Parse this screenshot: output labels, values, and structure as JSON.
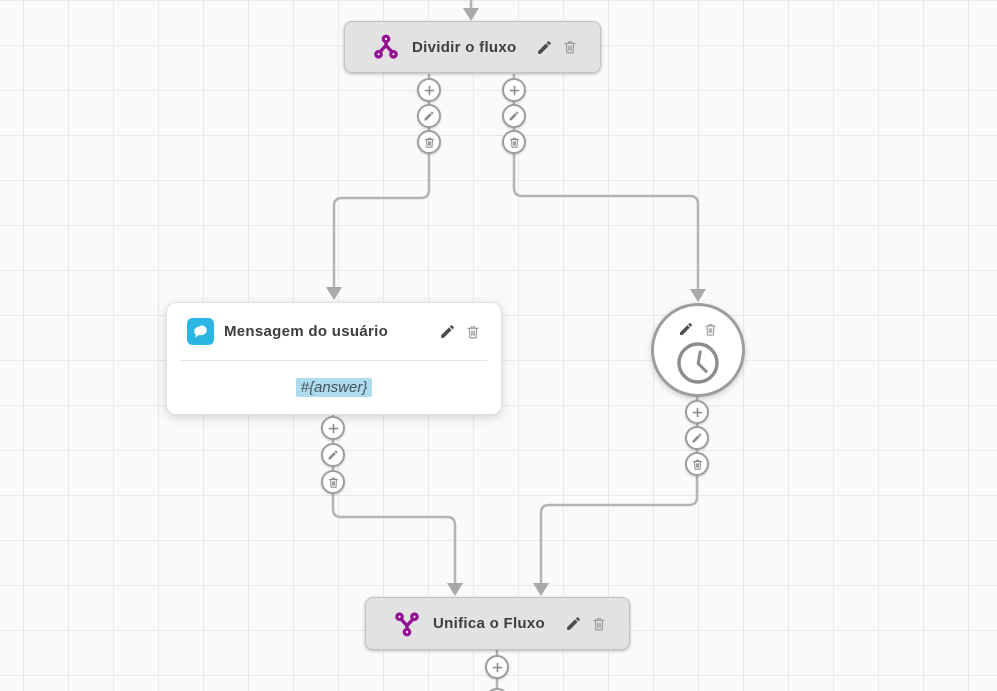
{
  "canvas": {
    "type": "flow-builder-grid"
  },
  "colors": {
    "brand_purple": "#941194",
    "message_blue": "#2ab5e3",
    "variable_highlight": "#afdcec",
    "connector": "#b4b4b4",
    "arrowhead": "#a9a9a9",
    "node_gray": "#e2e2e2"
  },
  "nodes": {
    "divide": {
      "title": "Dividir o fluxo",
      "icon": "split-flow-icon"
    },
    "message": {
      "title": "Mensagem do usuário",
      "icon": "chat-bubble-icon",
      "body": "#{answer}"
    },
    "wait": {
      "icon": "clock-icon"
    },
    "merge": {
      "title": "Unifica o Fluxo",
      "icon": "merge-flow-icon"
    }
  }
}
